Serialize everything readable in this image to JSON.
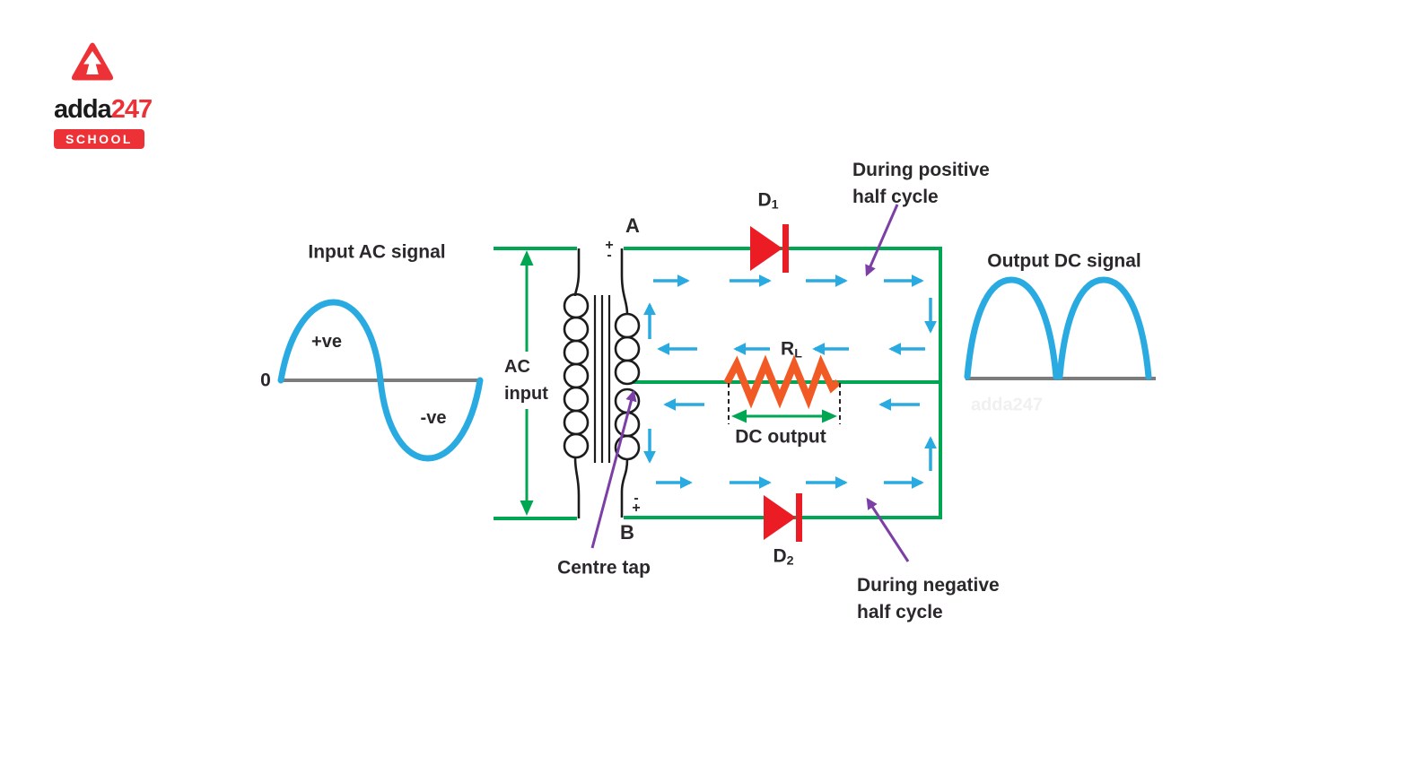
{
  "logo": {
    "brand_black": "adda",
    "brand_red": "247",
    "school": "SCHOOL"
  },
  "input_signal": {
    "title": "Input AC signal",
    "zero": "0",
    "positive": "+ve",
    "negative": "-ve"
  },
  "transformer": {
    "ac_input_line1": "AC",
    "ac_input_line2": "input",
    "terminal_top": "A",
    "terminal_bottom": "B",
    "polarity_top_plus": "+",
    "polarity_top_minus": "-",
    "polarity_bottom_minus": "-",
    "polarity_bottom_plus": "+",
    "centre_tap": "Centre tap"
  },
  "circuit": {
    "diode1": {
      "main": "D",
      "sub": "1"
    },
    "diode2": {
      "main": "D",
      "sub": "2"
    },
    "load": {
      "main": "R",
      "sub": "L"
    },
    "dc_output": "DC output"
  },
  "annotations": {
    "positive_line1": "During positive",
    "positive_line2": "half cycle",
    "negative_line1": "During negative",
    "negative_line2": "half cycle"
  },
  "output_signal": {
    "title": "Output DC signal"
  },
  "watermark": "adda247",
  "colors": {
    "green": "#00A651",
    "blue": "#29ABE2",
    "red": "#EC1C24",
    "orange": "#F15A24",
    "purple": "#7B3FA5",
    "text": "#2B282B",
    "axis_gray": "#7C7C7C",
    "logo_red": "#ED3237"
  }
}
